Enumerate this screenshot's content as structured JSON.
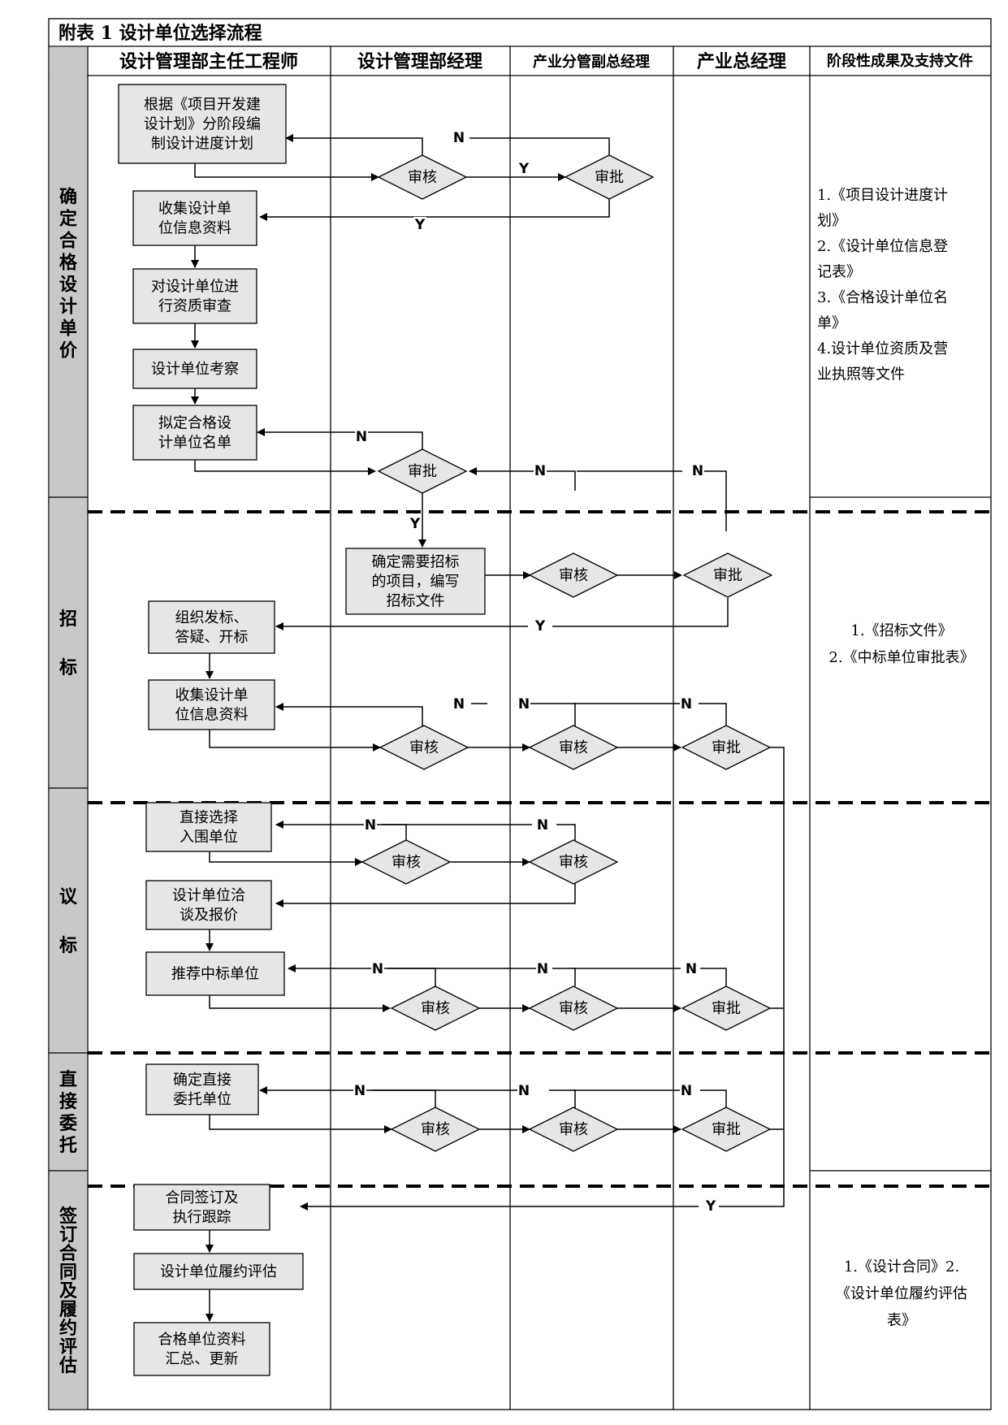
{
  "title": "附表 1 设计单位选择流程",
  "columns": [
    "设计管理部主任工程师",
    "设计管理部经理",
    "产业分管副总经理",
    "产业总经理",
    "阶段性成果及支持文件"
  ],
  "phases": [
    {
      "name": "确定合格设计单价"
    },
    {
      "name": "招标"
    },
    {
      "name": "议标"
    },
    {
      "name": "直接委托"
    },
    {
      "name": "签订合同及履约评估"
    }
  ],
  "boxes": [
    {
      "id": "b1",
      "lines": [
        "根据《项目开发建",
        "设计划》分阶段编",
        "制设计进度计划"
      ]
    },
    {
      "id": "b2",
      "lines": [
        "收集设计单",
        "位信息资料"
      ]
    },
    {
      "id": "b3",
      "lines": [
        "对设计单位进",
        "行资质审查"
      ]
    },
    {
      "id": "b4",
      "lines": [
        "设计单位考察"
      ]
    },
    {
      "id": "b5",
      "lines": [
        "拟定合格设",
        "计单位名单"
      ]
    },
    {
      "id": "b6",
      "lines": [
        "确定需要招标",
        "的项目，编写",
        "招标文件"
      ]
    },
    {
      "id": "b7",
      "lines": [
        "组织发标、",
        "答疑、开标"
      ]
    },
    {
      "id": "b8",
      "lines": [
        "收集设计单",
        "位信息资料"
      ]
    },
    {
      "id": "b9",
      "lines": [
        "直接选择",
        "入围单位"
      ]
    },
    {
      "id": "b10",
      "lines": [
        "设计单位洽",
        "谈及报价"
      ]
    },
    {
      "id": "b11",
      "lines": [
        "推荐中标单位"
      ]
    },
    {
      "id": "b12",
      "lines": [
        "确定直接",
        "委托单位"
      ]
    },
    {
      "id": "b13",
      "lines": [
        "合同签订及",
        "执行跟踪"
      ]
    },
    {
      "id": "b14",
      "lines": [
        "设计单位履约评估"
      ]
    },
    {
      "id": "b15",
      "lines": [
        "合格单位资料",
        "汇总、更新"
      ]
    }
  ],
  "decisions": [
    {
      "id": "d1",
      "label": "审核"
    },
    {
      "id": "d2",
      "label": "审批"
    },
    {
      "id": "d3",
      "label": "审批"
    },
    {
      "id": "d4",
      "label": "审核"
    },
    {
      "id": "d5",
      "label": "审批"
    },
    {
      "id": "d6",
      "label": "审核"
    },
    {
      "id": "d7",
      "label": "审核"
    },
    {
      "id": "d8",
      "label": "审批"
    },
    {
      "id": "d9",
      "label": "审核"
    },
    {
      "id": "d10",
      "label": "审核"
    },
    {
      "id": "d11",
      "label": "审核"
    },
    {
      "id": "d12",
      "label": "审核"
    },
    {
      "id": "d13",
      "label": "审批"
    },
    {
      "id": "d14",
      "label": "审核"
    },
    {
      "id": "d15",
      "label": "审核"
    },
    {
      "id": "d16",
      "label": "审批"
    }
  ],
  "branch_labels": [
    "N",
    "Y",
    "Y",
    "N",
    "N",
    "N",
    "Y",
    "Y",
    "N",
    "N",
    "N",
    "N",
    "N",
    "N",
    "N",
    "N",
    "N",
    "N",
    "N",
    "Y"
  ],
  "documents": [
    {
      "lines": [
        "1.《项目设计进度计",
        "划》",
        "2.《设计单位信息登",
        "记表》",
        "3.《合格设计单位名",
        "单》",
        "4.设计单位资质及营",
        "业执照等文件"
      ]
    },
    {
      "lines": [
        "1.《招标文件》",
        "2.《中标单位审批表》"
      ]
    },
    {
      "lines": [
        "1.《设计合同》2.",
        "《设计单位履约评估",
        "表》"
      ]
    }
  ],
  "colors": {
    "box_fill": "#e6e6e6",
    "phase_fill": "#c8c8c8",
    "line": "#000000"
  }
}
